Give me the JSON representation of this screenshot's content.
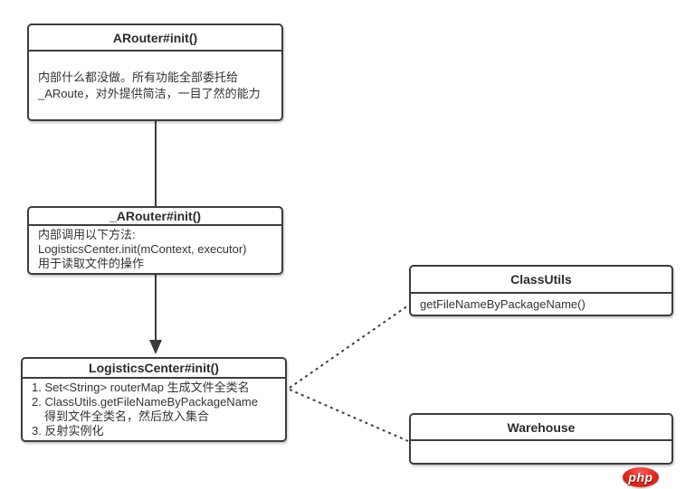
{
  "diagram": {
    "background_color": "#ffffff",
    "box_fill_color": "#ffffff",
    "box_border_color": "#3d3d3d",
    "text_color": "#333333",
    "nodes": [
      {
        "id": "arouter-init",
        "title": "ARouter#init()",
        "body_lines": [
          "内部什么都没做。所有功能全部委托给",
          "_ARoute，对外提供简洁，一目了然的能力"
        ]
      },
      {
        "id": "underscore-arouter-init",
        "title": "_ARouter#init()",
        "body_lines": [
          "内部调用以下方法:",
          "LogisticsCenter.init(mContext, executor)",
          "用于读取文件的操作"
        ]
      },
      {
        "id": "logisticscenter-init",
        "title": "LogisticsCenter#init()",
        "body_lines": [
          "1. Set<String> routerMap 生成文件全类名",
          "2. ClassUtils.getFileNameByPackageName",
          "得到文件全类名，然后放入集合",
          "3. 反射实例化"
        ]
      },
      {
        "id": "classutils",
        "title": "ClassUtils",
        "body_lines": [
          "getFileNameByPackageName()"
        ]
      },
      {
        "id": "warehouse",
        "title": "Warehouse",
        "body_lines": []
      }
    ],
    "edges": [
      {
        "from": "arouter-init",
        "to": "underscore-arouter-init",
        "style": "solid",
        "arrow": "none"
      },
      {
        "from": "underscore-arouter-init",
        "to": "logisticscenter-init",
        "style": "solid",
        "arrow": "filled-triangle-down"
      },
      {
        "from": "logisticscenter-init",
        "to": "classutils",
        "style": "dashed",
        "arrow": "none"
      },
      {
        "from": "logisticscenter-init",
        "to": "warehouse",
        "style": "dashed",
        "arrow": "none"
      }
    ],
    "watermark": {
      "label": "php",
      "background_color": "#e02b20",
      "text_color": "#ffffff"
    }
  }
}
